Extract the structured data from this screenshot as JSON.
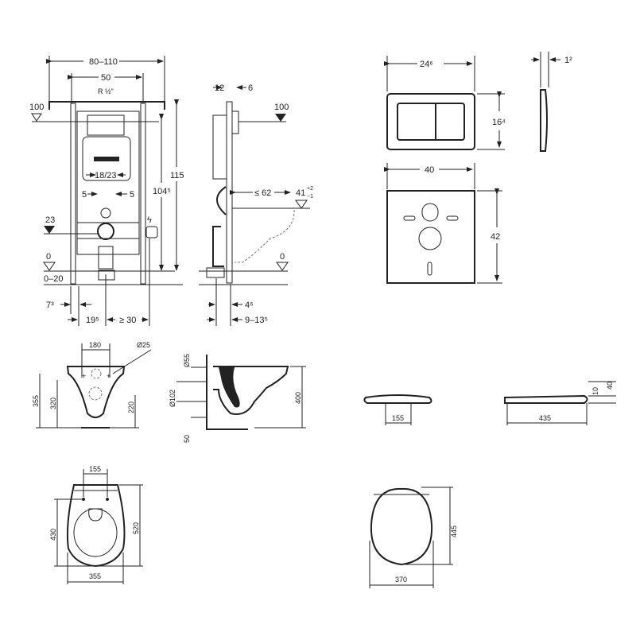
{
  "frame_front": {
    "width_range": "80–110",
    "width_inner": "50",
    "water_connection": "R ½\"",
    "level_top": "100",
    "height_total": "115",
    "height_bolts": "104⁵",
    "bolt_spacing": "18/23",
    "offset_left": "5",
    "offset_right": "5",
    "level_drain": "23",
    "level_floor": "0",
    "foot_range": "0–20",
    "dim_bottom_left": "7³",
    "dim_bottom_mid": "19⁵",
    "dim_bottom_right": "≥ 30"
  },
  "frame_side": {
    "depth_a": "12",
    "depth_b": "6",
    "level_top": "100",
    "bowl_projection": "≤ 62",
    "seat_height": "41",
    "seat_tol_plus": "+2",
    "seat_tol_minus": "−1",
    "level_floor": "0",
    "dim_bottom_a": "4⁶",
    "dim_bottom_b": "9–13⁵"
  },
  "flush_plate": {
    "width": "24⁶",
    "height": "16⁴",
    "thickness": "1²"
  },
  "sound_pad": {
    "width": "40",
    "height": "42"
  },
  "bowl_front": {
    "bolt_spacing": "180",
    "bolt_diameter": "Ø25",
    "height_total": "355",
    "height_bolts": "320",
    "height_drain": "220"
  },
  "bowl_side": {
    "inlet_diameter": "Ø55",
    "outlet_diameter": "Ø102",
    "dim_bottom": "50",
    "height": "400"
  },
  "seat_side": {
    "hinge_spacing": "155",
    "length": "435",
    "thickness_a": "10",
    "thickness_b": "40"
  },
  "bowl_top": {
    "bolt_spacing": "155",
    "length_bolts": "430",
    "length_total": "520",
    "width": "355"
  },
  "seat_top": {
    "length": "445",
    "width": "370"
  }
}
